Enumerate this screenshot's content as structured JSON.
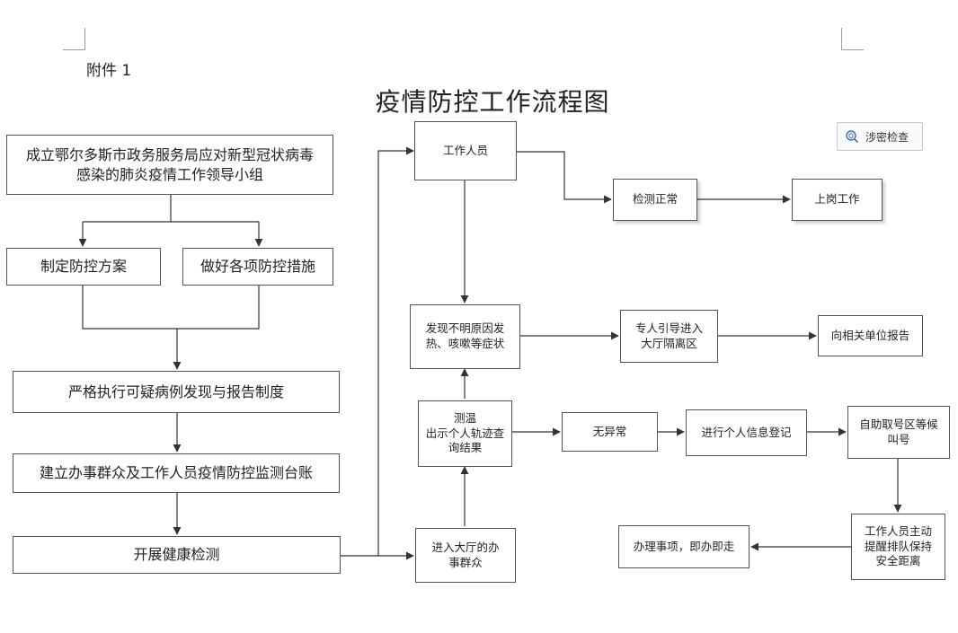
{
  "header": {
    "attachment_label": "附件 1",
    "title": "疫情防控工作流程图"
  },
  "toolbar": {
    "confidential_check_label": "涉密检查"
  },
  "nodes": {
    "leading_group": "成立鄂尔多斯市政务服务局应对新型冠状病毒感染的肺炎疫情工作领导小组",
    "plan": "制定防控方案",
    "measures": "做好各项防控措施",
    "report_system": "严格执行可疑病例发现与报告制度",
    "ledger": "建立办事群众及工作人员疫情防控监测台账",
    "health_check": "开展健康检测",
    "staff": "工作人员",
    "check_normal": "检测正常",
    "on_duty": "上岗工作",
    "symptoms": "发现不明原因发热、咳嗽等症状",
    "isolation": "专人引导进入大厅隔离区",
    "report_unit": "向相关单位报告",
    "temperature": "测温\n出示个人轨迹查询结果",
    "no_abnormal": "无异常",
    "register": "进行个人信息登记",
    "queue_number": "自助取号区等候叫号",
    "keep_distance": "工作人员主动提醒排队保持安全距离",
    "handle_matters": "办理事项，即办即走",
    "public_enter": "进入大厅的办事群众"
  }
}
